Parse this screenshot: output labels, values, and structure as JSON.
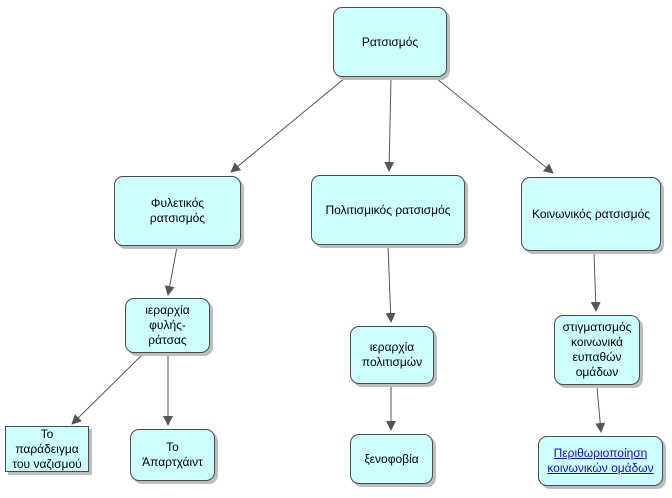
{
  "nodes": {
    "root": "Ρατσισμός",
    "racial": "Φυλετικός\nρατσισμός",
    "cultural": "Πολιτισμικός ρατσισμός",
    "social": "Κοινωνικός ρατσισμός",
    "racial_child": "ιεραρχία\nφυλής-\nράτσας",
    "cultural_child": "ιεραρχία\nπολιτισμών",
    "social_child": "στιγματισμός\nκοινωνικά\nευπαθών\nομάδων",
    "nazism": "Το\nπαράδειγμα\nτου ναζισμού",
    "apartheid": "Το\nΆπαρτχάιντ",
    "xenophobia": "ξενοφοβία",
    "marginalization_link": "Περιθωριοποίηση \nκοινωνικών ομάδων"
  },
  "colors": {
    "node_fill": "#ccffff",
    "node_border": "#4a4a4a",
    "edge": "#555555",
    "link": "#1a0dab"
  }
}
